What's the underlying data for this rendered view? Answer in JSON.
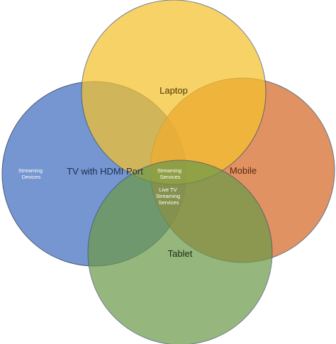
{
  "sets": [
    {
      "key": "tv",
      "label": "TV with HDMI Port",
      "color": "#6b8fcd",
      "label_color": "#1f2d4f"
    },
    {
      "key": "laptop",
      "label": "Laptop",
      "color": "#f5c22e",
      "label_color": "#4a3a00"
    },
    {
      "key": "mobile",
      "label": "Mobile",
      "color": "#d9773c",
      "label_color": "#5a2a10"
    },
    {
      "key": "tablet",
      "label": "Tablet",
      "color": "#6d9a4a",
      "label_color": "#1c2e10"
    }
  ],
  "region_labels": {
    "tv_only": [
      "Streaming",
      "Devices"
    ],
    "center_top": [
      "Streaming",
      "Services"
    ],
    "center": [
      "Live TV",
      "Streaming",
      "Services"
    ]
  },
  "stroke_color": "#3f4f6a"
}
